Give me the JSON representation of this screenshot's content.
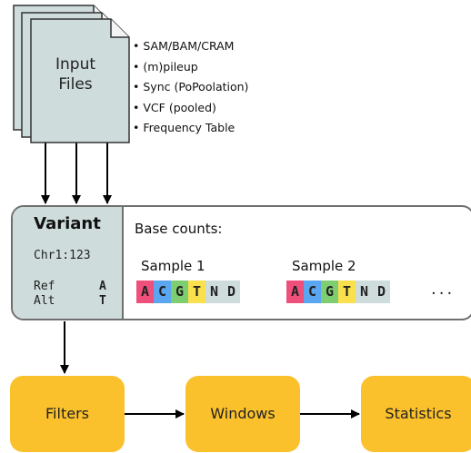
{
  "input": {
    "label_line1": "Input",
    "label_line2": "Files",
    "formats": [
      "SAM/BAM/CRAM",
      "(m)pileup",
      "Sync (PoPoolation)",
      "VCF (pooled)",
      "Frequency Table"
    ]
  },
  "variant": {
    "title": "Variant",
    "chrom": "Chr1:123",
    "ref_label": "Ref",
    "ref_base": "A",
    "alt_label": "Alt",
    "alt_base": "T",
    "counts_label": "Base counts:",
    "samples": [
      {
        "name": "Sample 1",
        "bases": [
          "A",
          "C",
          "G",
          "T",
          "N",
          "D"
        ]
      },
      {
        "name": "Sample 2",
        "bases": [
          "A",
          "C",
          "G",
          "T",
          "N",
          "D"
        ]
      }
    ],
    "ellipsis": "..."
  },
  "pipeline": {
    "steps": [
      "Filters",
      "Windows",
      "Statistics"
    ]
  },
  "colors": {
    "doc_fill": "#cfdcdc",
    "variant_fill": "#cfdcdc",
    "step_fill": "#fbc12c",
    "base_A": "#ee4f7b",
    "base_C": "#5aa6f0",
    "base_G": "#7fcd71",
    "base_T": "#f9e04c",
    "base_N": "#cfdcdc",
    "base_D": "#cfdcdc"
  }
}
